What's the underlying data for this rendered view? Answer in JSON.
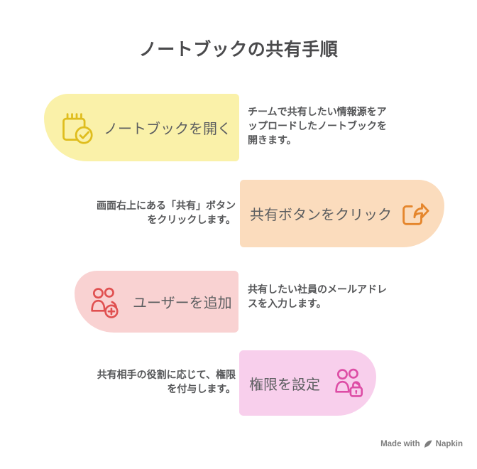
{
  "title": "ノートブックの共有手順",
  "colors": {
    "background": "#FFFFFF",
    "title_text": "#4A4A4C",
    "step_label_text": "#5C5E60",
    "description_text": "#555658",
    "watermark_text": "#7E7E7E"
  },
  "steps": [
    {
      "label": "ノートブックを開く",
      "description": "チームで共有したい情報源をア\nップロードしたノートブックを\n開きます。",
      "bg": "#FAF1A9",
      "icon": "notebook-check-icon",
      "icon_color": "#DFBD1E",
      "side": "left"
    },
    {
      "label": "共有ボタンをクリック",
      "description": "画面右上にある「共有」ボタン\nをクリックします。",
      "bg": "#FBDCBD",
      "icon": "share-arrow-icon",
      "icon_color": "#E5862C",
      "side": "right"
    },
    {
      "label": "ユーザーを追加",
      "description": "共有したい社員のメールアドレ\nスを入力します。",
      "bg": "#F9D2D2",
      "icon": "add-users-icon",
      "icon_color": "#E05050",
      "side": "left"
    },
    {
      "label": "権限を設定",
      "description": "共有相手の役割に応じて、権限\nを付与します。",
      "bg": "#F8CFEC",
      "icon": "users-lock-icon",
      "icon_color": "#DD4DA5",
      "side": "right"
    }
  ],
  "watermark": {
    "prefix": "Made with",
    "brand": "Napkin"
  }
}
